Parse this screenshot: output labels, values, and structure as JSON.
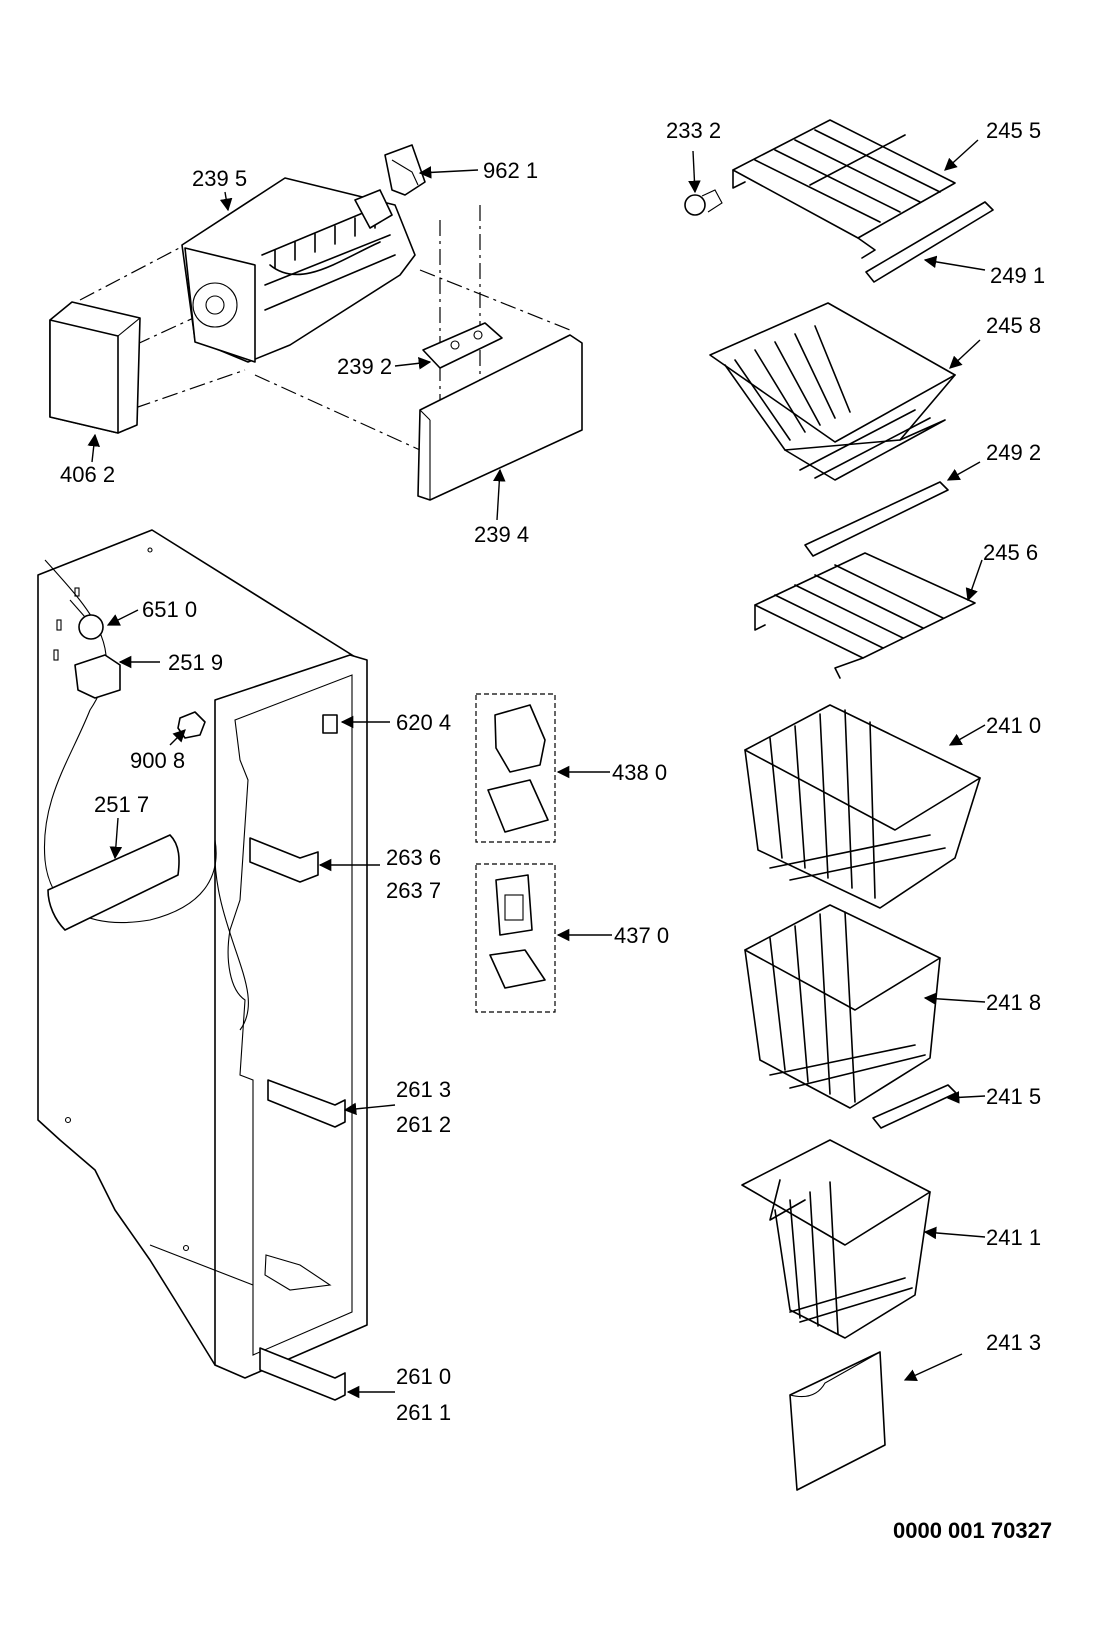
{
  "labels": {
    "p2395": "239 5",
    "p9621": "962 1",
    "p4062": "406 2",
    "p2392": "239 2",
    "p2394": "239 4",
    "p2332": "233 2",
    "p2455": "245 5",
    "p2491": "249 1",
    "p2458": "245 8",
    "p2492": "249 2",
    "p2456": "245 6",
    "p6510": "651 0",
    "p2519": "251 9",
    "p9008": "900 8",
    "p6204": "620 4",
    "p4380": "438 0",
    "p2517": "251 7",
    "p2636": "263 6",
    "p2637": "263 7",
    "p4370": "437 0",
    "p2410": "241 0",
    "p2418": "241 8",
    "p2415": "241 5",
    "p2613": "261 3",
    "p2612": "261 2",
    "p2411": "241 1",
    "p2413": "241 3",
    "p2610": "261 0",
    "p2611": "261 1"
  },
  "drawing_code": "0000 001 70327"
}
